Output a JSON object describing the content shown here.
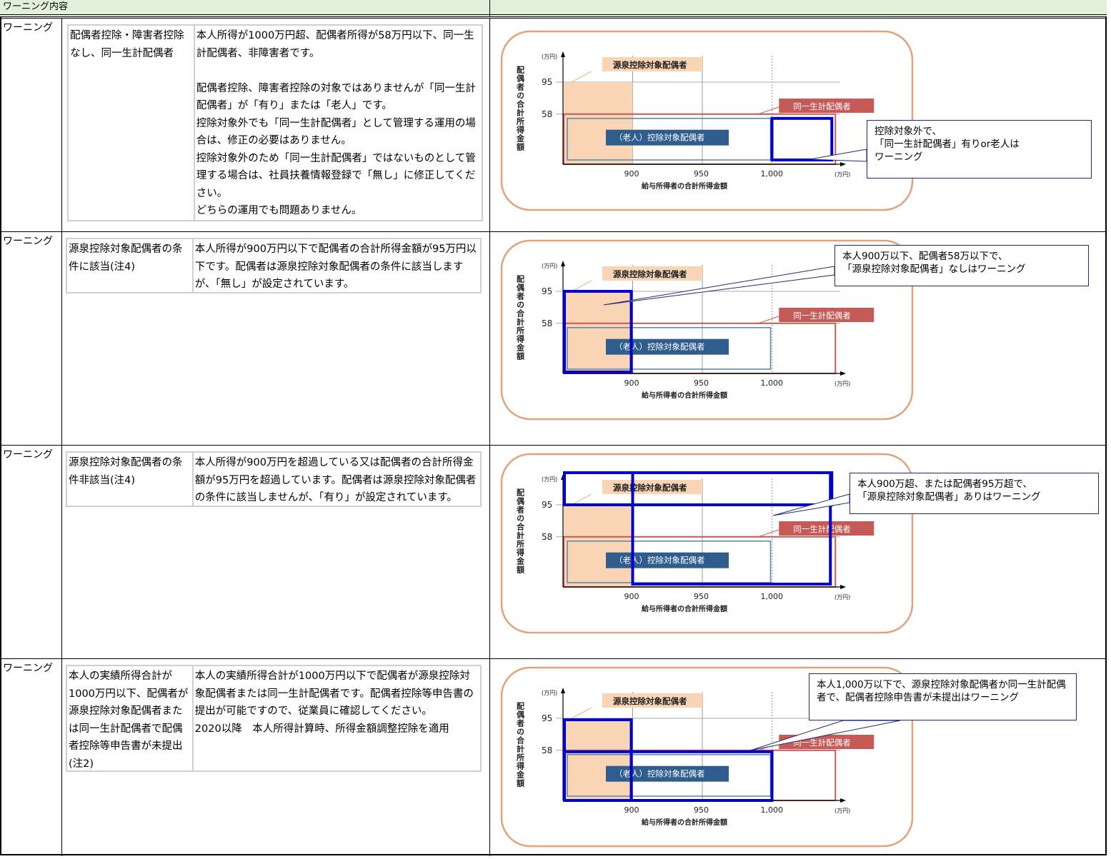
{
  "header": {
    "col1": "ワーニング内容",
    "col2": ""
  },
  "colors": {
    "header_bg": "#e2efd9",
    "frame": "#e3a27a",
    "tax_zone": "#f9d5b5",
    "same_household": "#c55a57",
    "deductible": "#2e5d8e",
    "highlight": "#0000cc"
  },
  "diagram_labels": {
    "y_unit": "(万円)",
    "x_unit": "(万円)",
    "y_axis_title": "配偶者の合計所得金額",
    "x_axis_title": "給与所得者の合計所得金額",
    "y_ticks": [
      "95",
      "58"
    ],
    "x_ticks": [
      "900",
      "950",
      "1,000"
    ],
    "tag_withholding": "源泉控除対象配偶者",
    "tag_same_household": "同一生計配偶者",
    "tag_deductible": "（老人）控除対象配偶者"
  },
  "rows": [
    {
      "level": "ワーニング",
      "title": "配偶者控除・障害者控除なし、同一生計配偶者",
      "description": [
        "本人所得が1000万円超、配偶者所得が58万円以下、同一生計配偶者、非障害者です。",
        "",
        "配偶者控除、障害者控除の対象ではありませんが「同一生計配偶者」が「有り」または「老人」です。",
        "控除対象外でも「同一生計配偶者」として管理する運用の場合は、修正の必要はありません。",
        "控除対象外のため「同一生計配偶者」ではないものとして管理する場合は、社員扶養情報登録で「無し」に修正してください。",
        "どちらの運用でも問題ありません。"
      ],
      "callout": "控除対象外で、\n「同一生計配偶者」有りor老人は\nワーニング",
      "highlight": "over1000"
    },
    {
      "level": "ワーニング",
      "title": "源泉控除対象配偶者の条件に該当(注4)",
      "description": [
        "本人所得が900万円以下で配偶者の合計所得金額が95万円以下です。配偶者は源泉控除対象配偶者の条件に該当しますが、「無し」が設定されています。"
      ],
      "callout": "本人900万以下、配偶者58万以下で、\n「源泉控除対象配偶者」なしはワーニング",
      "highlight": "withholding"
    },
    {
      "level": "ワーニング",
      "title": "源泉控除対象配偶者の条件非該当(注4)",
      "description": [
        "本人所得が900万円を超過している又は配偶者の合計所得金額が95万円を超過しています。配偶者は源泉控除対象配偶者の条件に該当しませんが、「有り」が設定されています。"
      ],
      "callout": "本人900万超、または配偶者95万超で、\n「源泉控除対象配偶者」ありはワーニング",
      "highlight": "non_withholding"
    },
    {
      "level": "ワーニング",
      "title": "本人の実績所得合計が1000万円以下、配偶者が源泉控除対象配偶者または同一生計配偶者で配偶者控除等申告書が未提出(注2)",
      "description": [
        "本人の実績所得合計が1000万円以下で配偶者が源泉控除対象配偶者または同一生計配偶者です。配偶者控除等申告書の提出が可能ですので、従業員に確認してください。",
        "2020以降　本人所得計算時、所得金額調整控除を適用"
      ],
      "callout": "本人1,000万以下で、源泉控除対象配偶者か同一生計配偶者で、配偶者控除申告書が未提出はワーニング",
      "highlight": "declaration"
    }
  ]
}
